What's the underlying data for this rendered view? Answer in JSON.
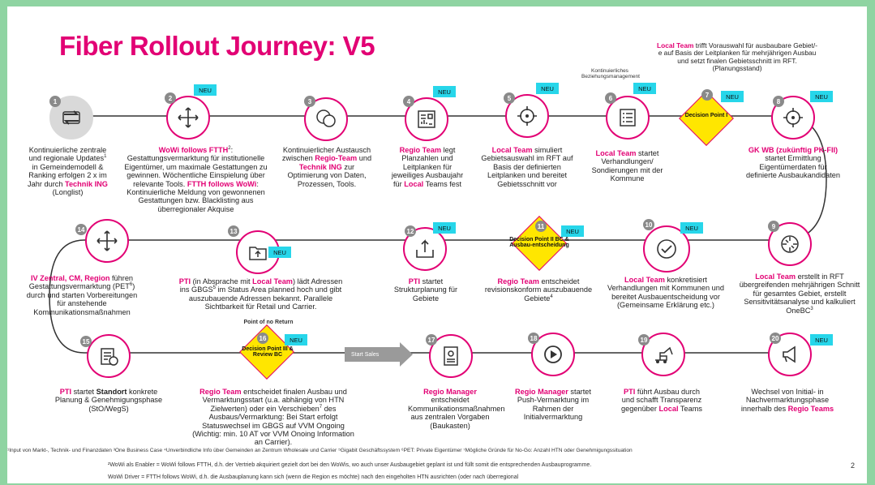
{
  "title": "Fiber Rollout Journey: V5",
  "neu": "NEU",
  "top_note": {
    "a": "Local Team",
    "b": " trifft Vorauswahl für ausbaubare Gebiet/-e auf Basis der Leitplanken für mehrjährigen Ausbau und setzt finalen Gebietsschnitt im RFT. (Planungsstand)"
  },
  "kont_label": "Kontinuierliches Beziehungsmanagement",
  "steps": {
    "s1": {
      "num": "1",
      "t1": "Kontinuierliche zentrale und regionale Updates",
      "sup": "1",
      "t2": " in Gemeindemodell & Ranking erfolgen 2 x im Jahr durch ",
      "p": "Technik ING",
      "t3": " (Longlist)"
    },
    "s2": {
      "num": "2",
      "p1": "WoWi follows FTTH",
      "sup": "2",
      "t1": ": Gestattungsvermarktung für institutionelle Eigentümer, um maximale Gestattungen zu gewinnen. Wöchentliche Einspielung über relevante Tools. ",
      "p2": "FTTH follows WoWi",
      "t2": ": Kontinuierliche Meldung von gewonnenen Gestattungen bzw. Blacklisting aus überregionaler Akquise"
    },
    "s3": {
      "num": "3",
      "t1": "Kontinuierlicher Austausch zwischen ",
      "p": "Regio-Team",
      "t2": " und ",
      "p2": "Technik ING",
      "t3": " zur Optimierung von Daten, Prozessen, Tools."
    },
    "s4": {
      "num": "4",
      "p": "Regio Team",
      "t1": " legt Planzahlen und Leitplanken für jeweiliges Ausbaujahr für ",
      "p2": "Local",
      "t2": " Teams fest"
    },
    "s5": {
      "num": "5",
      "p": "Local Team",
      "t1": " simuliert Gebietsauswahl im RFT auf Basis der definierten Leitplanken und bereitet Gebietsschnitt vor"
    },
    "s6": {
      "num": "6",
      "p": "Local Team",
      "t1": " startet Verhandlungen/ Sondierungen mit der Kommune"
    },
    "s7": {
      "num": "7",
      "d": "Decision Point I"
    },
    "s8": {
      "num": "8",
      "p": "GK WB (zukünftig PK-FII)",
      "t1": " startet Ermittlung Eigentümerdaten für definierte Ausbaukandidaten"
    },
    "s9": {
      "num": "9",
      "p": "Local Team",
      "t1": " erstellt in RFT übergreifenden mehrjährigen Schnitt für gesamtes Gebiet, erstellt Sensitivitätsanalyse und kalkuliert OneBC",
      "sup": "3"
    },
    "s10": {
      "num": "10",
      "p": "Local Team",
      "t1": " konkretisiert Verhandlungen mit Kommunen und bereitet Ausbauentscheidung vor (Gemeinsame Erklärung etc.)"
    },
    "s11": {
      "num": "11",
      "d": "Decision Point II BC & Ausbau-entscheidung",
      "p": "Regio Team",
      "t1": " entscheidet revisionskonform auszubauende Gebiete",
      "sup": "4"
    },
    "s12": {
      "num": "12",
      "p": "PTI",
      "t1": " startet Strukturplanung für Gebiete"
    },
    "s13": {
      "num": "13",
      "p": "PTI",
      "t1": " (in Absprache mit ",
      "p2": "Local Team",
      "t2": ") lädt Adressen ins GBGS",
      "sup": "5",
      "t3": " im Status Area planned hoch und gibt auszubauende Adressen bekannt. Parallele Sichtbarkeit für Retail und Carrier."
    },
    "s14": {
      "num": "14",
      "p": "IV Zentral, CM, Region",
      "t1": " führen Gestattungsvermarktung (PET",
      "sup": "6",
      "t2": ") durch und starten Vorbereitungen für anstehende Kommunikationsmaßnahmen"
    },
    "s15": {
      "num": "15",
      "p": "PTI",
      "t1": " startet ",
      "b": "Standort",
      "t2": " konkrete Planung & Genehmigungsphase (StO/WegS)"
    },
    "s16": {
      "num": "16",
      "d": "Decision Point III & Review BC",
      "ponr": "Point of no Return",
      "p": "Regio Team",
      "t1": " entscheidet finalen Ausbau und Vermarktungsstart (u.a. abhängig von HTN Zielwerten) oder ein Verschieben",
      "sup": "7",
      "t2": " des Ausbaus/Vermarktung: Bei Start erfolgt Statuswechsel im GBGS auf VVM Ongoing (Wichtig: min. 10 AT vor VVM Onoing Information an Carrier)."
    },
    "s17": {
      "num": "17",
      "p": "Regio Manager",
      "t1": " entscheidet Kommunikationsmaßnahmen aus zentralen Vorgaben (Baukasten)"
    },
    "s18": {
      "num": "18",
      "p": "Regio Manager",
      "t1": " startet Push-Vermarktung im Rahmen der Initialvermarktung"
    },
    "s19": {
      "num": "19",
      "p": "PTI",
      "t1": " führt Ausbau durch und schafft Transparenz gegenüber ",
      "p2": "Local",
      "t2": " Teams"
    },
    "s20": {
      "num": "20",
      "t1": "Wechsel von Initial- in Nachvermarktungsphase innerhalb des ",
      "p": "Regio Teams"
    }
  },
  "start_sales": "Start Sales",
  "page_number": "2",
  "footnotes": {
    "f1": "¹Input von Markt-, Technik- und Finanzdaten   ³One Business Case   ⁴Unverbindliche Info über Gemeinden an Zentrum Wholesale und Carrier   ⁵Gigabit Geschäftssystem   ⁶PET: Private Eigentümer   ⁷Mögliche Gründe für No-Go: Anzahl HTN oder Genehmigungssituation",
    "f2": "²WoWi als Enabler = WoWi follows FTTH, d.h. der Vertrieb akquiriert gezielt dort bei den WoWis, wo auch unser Ausbaugebiet geplant ist und füllt somit die entsprechenden Ausbauprogramme.",
    "f3": "WoWi Driver = FTTH follows WoWi, d.h. die Ausbauplanung kann sich (wenn die Region es möchte) nach den eingeholten HTN ausrichten (oder nach überregional"
  },
  "colors": {
    "magenta": "#e20074",
    "yellow": "#ffe600",
    "cyan": "#27d6ea",
    "bg": "#8fd4a2"
  }
}
